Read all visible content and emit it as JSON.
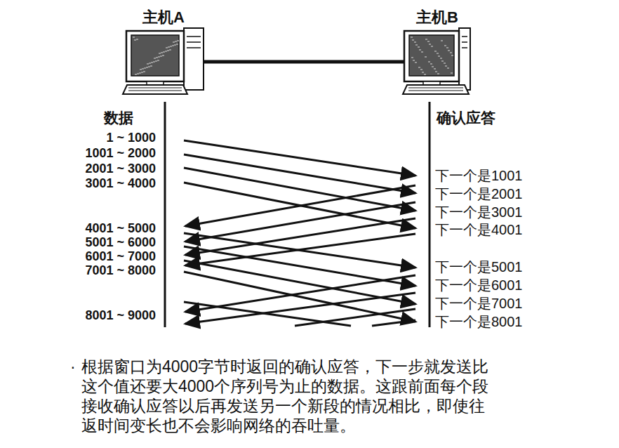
{
  "diagram": {
    "caption": "根据窗口为4000字节时返回的确认应答，下一步就发送比 这个值还要大4000个序列号为止的数据。这跟前面每个段 接收确认应答以后再发送另一个新段的情况相比，即使往 返时间变长也不会影响网络的吞吐量。",
    "nodes": [
      {
        "text": [
          "主机A"
        ]
      },
      {
        "text": [
          "主机B"
        ]
      }
    ],
    "edges": [
      {
        "from": 0,
        "to": 1,
        "arrow": "none"
      }
    ],
    "labels": [
      "数据",
      "1 ~ 1000",
      "1001 ~ 2000",
      "2001 ~ 3000",
      "3001 ~ 4000",
      "4001 ~ 5000",
      "5001 ~ 6000",
      "6001 ~ 7000",
      "7001 ~ 8000",
      "8001 ~ 9000",
      "确认应答",
      "下一个是1001",
      "下一个是2001",
      "下一个是3001",
      "下一个是4001",
      "下一个是5001",
      "下一个是6001",
      "下一个是7001",
      "下一个是8001",
      "·"
    ]
  }
}
